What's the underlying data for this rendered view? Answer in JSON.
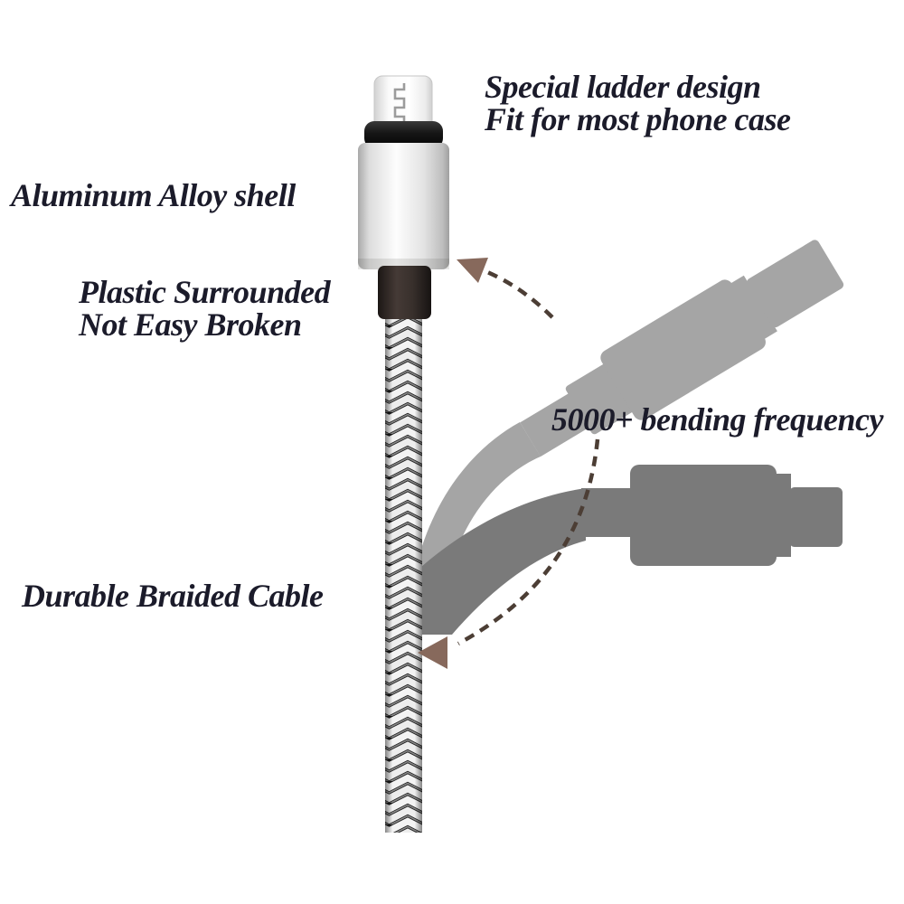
{
  "image_type": "product-feature-infographic",
  "product": "braided micro-USB charging cable",
  "annotations": {
    "special_ladder": {
      "line1": "Special ladder design",
      "line2": "Fit for most phone case"
    },
    "aluminum_shell": {
      "text": "Aluminum Alloy shell"
    },
    "plastic_surround": {
      "line1": "Plastic Surrounded",
      "line2": "Not Easy Broken"
    },
    "bending_frequency": {
      "text": "5000+ bending frequency"
    },
    "braided_cable": {
      "text": "Durable Braided Cable"
    }
  },
  "colors": {
    "background": "#ffffff",
    "annotation_text": "#1b1b2a",
    "silhouette_light": "#a5a5a5",
    "silhouette_dark": "#7a7a7a",
    "arrow_dash": "#4c3e35",
    "arrowhead": "#87695c",
    "braid_dark": "#191919",
    "braid_light": "#f3f3f3",
    "collar_black": "#1b1b1b",
    "strain_relief_brown": "#2e2624",
    "barrel_silver": "#d9d9d9"
  },
  "illustration_parts": [
    {
      "name": "micro-usb-tip-icon"
    },
    {
      "name": "black-collar-icon"
    },
    {
      "name": "aluminum-barrel-icon"
    },
    {
      "name": "plastic-strain-relief-icon"
    },
    {
      "name": "braided-cable-icon"
    },
    {
      "name": "bent-connector-upper-icon"
    },
    {
      "name": "bent-connector-lower-icon"
    },
    {
      "name": "dashed-arrow-to-connector-icon"
    },
    {
      "name": "dashed-arrow-to-cable-icon"
    }
  ]
}
